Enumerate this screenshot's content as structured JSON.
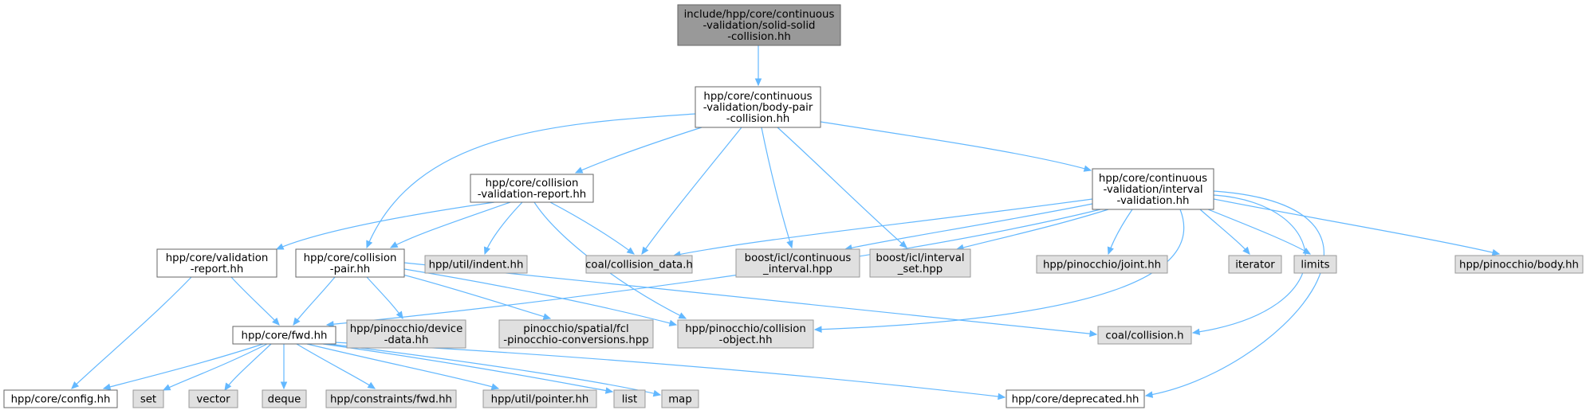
{
  "graph": {
    "colors": {
      "root_fill": "#999999",
      "root_stroke": "#666666",
      "documented_fill": "#ffffff",
      "documented_stroke": "#666666",
      "external_fill": "#e0e0e0",
      "external_stroke": "#999999",
      "edge": "#63b8ff"
    },
    "nodes": [
      {
        "id": "root",
        "kind": "root",
        "lines": [
          "include/hpp/core/continuous",
          "-validation/solid-solid",
          "-collision.hh"
        ]
      },
      {
        "id": "bodypair",
        "kind": "documented",
        "lines": [
          "hpp/core/continuous",
          "-validation/body-pair",
          "-collision.hh"
        ]
      },
      {
        "id": "cvreport",
        "kind": "documented",
        "lines": [
          "hpp/core/collision",
          "-validation-report.hh"
        ]
      },
      {
        "id": "interval",
        "kind": "documented",
        "lines": [
          "hpp/core/continuous",
          "-validation/interval",
          "-validation.hh"
        ]
      },
      {
        "id": "vreport",
        "kind": "documented",
        "lines": [
          "hpp/core/validation",
          "-report.hh"
        ]
      },
      {
        "id": "cpair",
        "kind": "documented",
        "lines": [
          "hpp/core/collision",
          "-pair.hh"
        ]
      },
      {
        "id": "indent",
        "kind": "external",
        "lines": [
          "hpp/util/indent.hh"
        ]
      },
      {
        "id": "coaldata",
        "kind": "external",
        "lines": [
          "coal/collision_data.h"
        ]
      },
      {
        "id": "icl_cont",
        "kind": "external",
        "lines": [
          "boost/icl/continuous",
          "_interval.hpp"
        ]
      },
      {
        "id": "icl_set",
        "kind": "external",
        "lines": [
          "boost/icl/interval",
          "_set.hpp"
        ]
      },
      {
        "id": "joint",
        "kind": "external",
        "lines": [
          "hpp/pinocchio/joint.hh"
        ]
      },
      {
        "id": "iterator",
        "kind": "external",
        "lines": [
          "iterator"
        ]
      },
      {
        "id": "limits",
        "kind": "external",
        "lines": [
          "limits"
        ]
      },
      {
        "id": "body",
        "kind": "external",
        "lines": [
          "hpp/pinocchio/body.hh"
        ]
      },
      {
        "id": "fwd",
        "kind": "documented",
        "lines": [
          "hpp/core/fwd.hh"
        ]
      },
      {
        "id": "devdata",
        "kind": "external",
        "lines": [
          "hpp/pinocchio/device",
          "-data.hh"
        ]
      },
      {
        "id": "fclconv",
        "kind": "external",
        "lines": [
          "pinocchio/spatial/fcl",
          "-pinocchio-conversions.hpp"
        ]
      },
      {
        "id": "collobj",
        "kind": "external",
        "lines": [
          "hpp/pinocchio/collision",
          "-object.hh"
        ]
      },
      {
        "id": "coalcoll",
        "kind": "external",
        "lines": [
          "coal/collision.h"
        ]
      },
      {
        "id": "config",
        "kind": "documented",
        "lines": [
          "hpp/core/config.hh"
        ]
      },
      {
        "id": "set",
        "kind": "external",
        "lines": [
          "set"
        ]
      },
      {
        "id": "vector",
        "kind": "external",
        "lines": [
          "vector"
        ]
      },
      {
        "id": "deque",
        "kind": "external",
        "lines": [
          "deque"
        ]
      },
      {
        "id": "cfwd",
        "kind": "external",
        "lines": [
          "hpp/constraints/fwd.hh"
        ]
      },
      {
        "id": "pointer",
        "kind": "external",
        "lines": [
          "hpp/util/pointer.hh"
        ]
      },
      {
        "id": "list",
        "kind": "external",
        "lines": [
          "list"
        ]
      },
      {
        "id": "map",
        "kind": "external",
        "lines": [
          "map"
        ]
      },
      {
        "id": "deprecated",
        "kind": "documented",
        "lines": [
          "hpp/core/deprecated.hh"
        ]
      }
    ],
    "edges": [
      [
        "root",
        "bodypair"
      ],
      [
        "bodypair",
        "cvreport"
      ],
      [
        "bodypair",
        "cpair"
      ],
      [
        "bodypair",
        "coaldata"
      ],
      [
        "bodypair",
        "icl_cont"
      ],
      [
        "bodypair",
        "icl_set"
      ],
      [
        "bodypair",
        "interval"
      ],
      [
        "cvreport",
        "vreport"
      ],
      [
        "cvreport",
        "cpair"
      ],
      [
        "cvreport",
        "indent"
      ],
      [
        "cvreport",
        "coaldata"
      ],
      [
        "cvreport",
        "collobj"
      ],
      [
        "interval",
        "coaldata"
      ],
      [
        "interval",
        "icl_cont"
      ],
      [
        "interval",
        "icl_set"
      ],
      [
        "interval",
        "joint"
      ],
      [
        "interval",
        "iterator"
      ],
      [
        "interval",
        "limits"
      ],
      [
        "interval",
        "body"
      ],
      [
        "interval",
        "fwd"
      ],
      [
        "interval",
        "collobj"
      ],
      [
        "interval",
        "coalcoll"
      ],
      [
        "interval",
        "deprecated"
      ],
      [
        "vreport",
        "fwd"
      ],
      [
        "vreport",
        "config"
      ],
      [
        "cpair",
        "fwd"
      ],
      [
        "cpair",
        "devdata"
      ],
      [
        "cpair",
        "fclconv"
      ],
      [
        "cpair",
        "collobj"
      ],
      [
        "cpair",
        "coalcoll"
      ],
      [
        "fwd",
        "config"
      ],
      [
        "fwd",
        "set"
      ],
      [
        "fwd",
        "vector"
      ],
      [
        "fwd",
        "deque"
      ],
      [
        "fwd",
        "cfwd"
      ],
      [
        "fwd",
        "pointer"
      ],
      [
        "fwd",
        "list"
      ],
      [
        "fwd",
        "map"
      ],
      [
        "fwd",
        "deprecated"
      ]
    ]
  }
}
